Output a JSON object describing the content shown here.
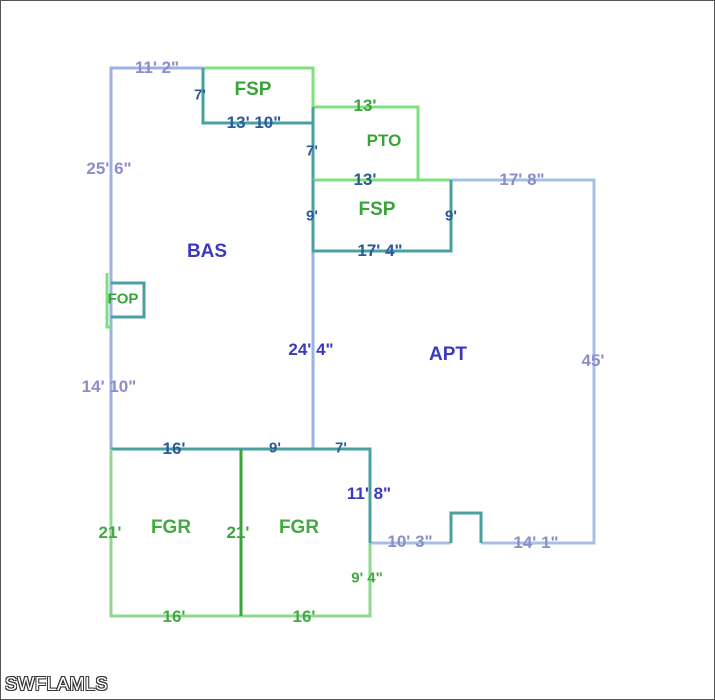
{
  "colors": {
    "apt_wall": "#a7bfe6",
    "apt_text": "#8d8dc9",
    "bas_wall": "#9cb2e6",
    "bas_text": "#3a3ac0",
    "fsp_wall": "#7fe07f",
    "fsp_text": "#3aa33a",
    "shared_wall": "#4aa0a0",
    "shared_text": "#2a5a9a",
    "fgr_wall": "#8fd98f",
    "fgr_text": "#44a844",
    "watermark": "#ffffff"
  },
  "rooms": {
    "bas": "BAS",
    "apt": "APT",
    "fsp_top": "FSP",
    "pto": "PTO",
    "fsp_mid": "FSP",
    "fop": "FOP",
    "fgr_left": "FGR",
    "fgr_right": "FGR"
  },
  "dims": {
    "bas_top": "11' 2\"",
    "bas_left_upper": "25' 6\"",
    "bas_left_lower": "14' 10\"",
    "fsp_top_left": "7'",
    "fsp_top_bottom": "13' 10\"",
    "pto_top": "13'",
    "pto_left": "7'",
    "pto_bottom": "13'",
    "fsp_mid_left": "9'",
    "fsp_mid_right": "9'",
    "fsp_mid_bottom": "17' 4\"",
    "apt_top": "17' 8\"",
    "apt_right": "45'",
    "apt_left_shared": "24' 4\"",
    "apt_bottom_right": "14' 1\"",
    "apt_bottom_left": "10' 3\"",
    "apt_step": "11' 8\"",
    "fgr_top_left": "16'",
    "fgr_top_mid": "9'",
    "fgr_top_right": "7'",
    "fgr_left_side": "21'",
    "fgr_mid_side": "21'",
    "fgr_bottom_left": "16'",
    "fgr_bottom_right": "16'",
    "fgr_right_side": "9' 4\""
  },
  "watermark": "SWFLAMLS"
}
